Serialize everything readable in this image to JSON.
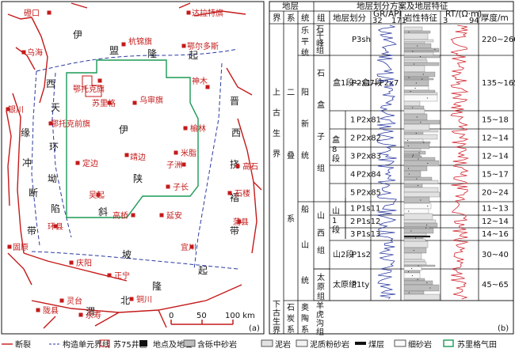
{
  "map": {
    "panel_label": "(a)",
    "scale_ticks": [
      "0",
      "50",
      "100 km"
    ],
    "regions": [
      {
        "id": "yimeng1",
        "text": "伊"
      },
      {
        "id": "yimeng2",
        "text": "盟"
      },
      {
        "id": "yimeng3",
        "text": "隆"
      },
      {
        "id": "yimeng4",
        "text": "起"
      },
      {
        "id": "xiyuan1",
        "text": "西"
      },
      {
        "id": "xiyuan2",
        "text": "缘"
      },
      {
        "id": "xiyuan3",
        "text": "冲"
      },
      {
        "id": "xiyuan4",
        "text": "断"
      },
      {
        "id": "xiyuan5",
        "text": "带"
      },
      {
        "id": "tianhuan1",
        "text": "天"
      },
      {
        "id": "tianhuan2",
        "text": "环"
      },
      {
        "id": "tianhuan3",
        "text": "坳"
      },
      {
        "id": "tianhuan4",
        "text": "陷"
      },
      {
        "id": "yishan1",
        "text": "伊"
      },
      {
        "id": "yishan2",
        "text": "陕"
      },
      {
        "id": "yishan3",
        "text": "斜"
      },
      {
        "id": "yishan4",
        "text": "坡"
      },
      {
        "id": "jinxi1",
        "text": "晋"
      },
      {
        "id": "jinxi2",
        "text": "西"
      },
      {
        "id": "jinxi3",
        "text": "挠"
      },
      {
        "id": "jinxi4",
        "text": "褶"
      },
      {
        "id": "jinxi5",
        "text": "带"
      },
      {
        "id": "weibei1",
        "text": "渭"
      },
      {
        "id": "weibei2",
        "text": "北"
      },
      {
        "id": "weibei3",
        "text": "隆"
      },
      {
        "id": "weibei4",
        "text": "起"
      }
    ],
    "places": [
      {
        "id": "dengkou",
        "name": "磴口"
      },
      {
        "id": "dalate",
        "name": "达拉特旗"
      },
      {
        "id": "wuhai",
        "name": "乌海"
      },
      {
        "id": "hangjin",
        "name": "杭锦旗"
      },
      {
        "id": "eerduosi",
        "name": "鄂尔多斯"
      },
      {
        "id": "etuokeqi",
        "name": "鄂托克旗"
      },
      {
        "id": "sulige",
        "name": "苏里格"
      },
      {
        "id": "wushen",
        "name": "乌审旗"
      },
      {
        "id": "shenmu",
        "name": "神木"
      },
      {
        "id": "yinchuan",
        "name": "银川"
      },
      {
        "id": "etuokeqian",
        "name": "鄂托克前旗"
      },
      {
        "id": "yulin",
        "name": "榆林"
      },
      {
        "id": "jingbian",
        "name": "靖边"
      },
      {
        "id": "mizhi",
        "name": "米脂"
      },
      {
        "id": "zizhou",
        "name": "子洲"
      },
      {
        "id": "gaoshi",
        "name": "高石"
      },
      {
        "id": "dingbian",
        "name": "定边"
      },
      {
        "id": "zichang",
        "name": "子长"
      },
      {
        "id": "shilou",
        "name": "石楼"
      },
      {
        "id": "wuqi",
        "name": "吴起"
      },
      {
        "id": "gaoqiao",
        "name": "高桥"
      },
      {
        "id": "yanan",
        "name": "延安"
      },
      {
        "id": "huanxian",
        "name": "环县"
      },
      {
        "id": "puxian",
        "name": "蒲县"
      },
      {
        "id": "guyuan",
        "name": "固原"
      },
      {
        "id": "yichuan",
        "name": "宜川"
      },
      {
        "id": "qingyang",
        "name": "庆阳"
      },
      {
        "id": "zhengning",
        "name": "正宁"
      },
      {
        "id": "lingtai",
        "name": "灵台"
      },
      {
        "id": "tongchuan",
        "name": "铜川"
      },
      {
        "id": "longxian",
        "name": "陇县"
      },
      {
        "id": "yongshou",
        "name": "永寿"
      }
    ]
  },
  "table": {
    "panel_label": "(b)",
    "header": {
      "strata": "地层",
      "scheme": "地层划分方案及地层特征",
      "jie": "界",
      "xi": "系",
      "tong": "统",
      "zu": "组",
      "division": "地层划分",
      "gr": "GR/API",
      "gr_min": "32",
      "gr_max": "171",
      "lith": "岩性特征",
      "rt": "RT/(Ω·m)",
      "rt_min": "3",
      "rt_max": "94",
      "thick": "厚度/m"
    },
    "jie": [
      {
        "id": "upper_paleozoic",
        "text": "上古生界"
      },
      {
        "id": "lower_paleozoic",
        "text": "下古生界"
      }
    ],
    "xi": [
      {
        "id": "permian",
        "text": "二叠系"
      },
      {
        "id": "carboniferous",
        "text": "石炭系"
      },
      {
        "id": "ordovician",
        "text": "奥陶系"
      }
    ],
    "tong": [
      {
        "id": "leping",
        "text": "乐平统"
      },
      {
        "id": "yangxin",
        "text": "阳新统"
      },
      {
        "id": "chuanshan",
        "text": "船山统"
      }
    ],
    "zu": [
      {
        "id": "shiqianfeng",
        "text": "石千峰组"
      },
      {
        "id": "shihezi",
        "text": "石盒子组"
      },
      {
        "id": "shanxi",
        "text": "山西组"
      },
      {
        "id": "taiyuan",
        "text": "太原组"
      },
      {
        "id": "yanghugou",
        "text": "羊虎沟组"
      }
    ],
    "he8_label": "盒8段",
    "shan1_label": "山1段",
    "rows": [
      {
        "id": "r_p3sh",
        "division": "",
        "code": "P3sh",
        "thickness": "220~260"
      },
      {
        "id": "r_he1_7",
        "division": "盒1段—盒7段",
        "code": "P2x1—P2x7",
        "thickness": "135~165"
      },
      {
        "id": "r_he8_1",
        "division": "1",
        "code": "P2x81",
        "thickness": "15~18"
      },
      {
        "id": "r_he8_2",
        "division": "2",
        "code": "P2x82",
        "thickness": "12~14"
      },
      {
        "id": "r_he8_3",
        "division": "3",
        "code": "P2x83",
        "thickness": "12~14"
      },
      {
        "id": "r_he8_4",
        "division": "4",
        "code": "P2x84",
        "thickness": "15~17"
      },
      {
        "id": "r_he8_5",
        "division": "5",
        "code": "P2x85",
        "thickness": "20~24"
      },
      {
        "id": "r_shan1_1",
        "division": "1",
        "code": "P1s11",
        "thickness": "11~13"
      },
      {
        "id": "r_shan1_2",
        "division": "2",
        "code": "P1s12",
        "thickness": "12~14"
      },
      {
        "id": "r_shan1_3",
        "division": "3",
        "code": "P1s13",
        "thickness": "14~16"
      },
      {
        "id": "r_shan2",
        "division": "山2段",
        "code": "P1s2",
        "thickness": "30~40"
      },
      {
        "id": "r_taiyuan",
        "division": "太原组",
        "code": "P1ty",
        "thickness": "45~65"
      }
    ]
  },
  "legend": [
    {
      "id": "fault",
      "text": "断裂"
    },
    {
      "id": "boundary",
      "text": "构造单元界线"
    },
    {
      "id": "well",
      "text": "苏75井区"
    },
    {
      "id": "place",
      "text": "地点及地名"
    },
    {
      "id": "pebbly",
      "text": "含砾中砂岩"
    },
    {
      "id": "mudstone",
      "text": "泥岩"
    },
    {
      "id": "silty_mud",
      "text": "泥质粉砂岩"
    },
    {
      "id": "coal",
      "text": "煤层"
    },
    {
      "id": "fine_sand",
      "text": "细砂岩"
    },
    {
      "id": "gasfield",
      "text": "苏里格气田"
    }
  ],
  "colors": {
    "red": "#c41a1a",
    "green": "#1a9a55",
    "blue": "#2b3aa0",
    "logred": "#d0202a"
  }
}
